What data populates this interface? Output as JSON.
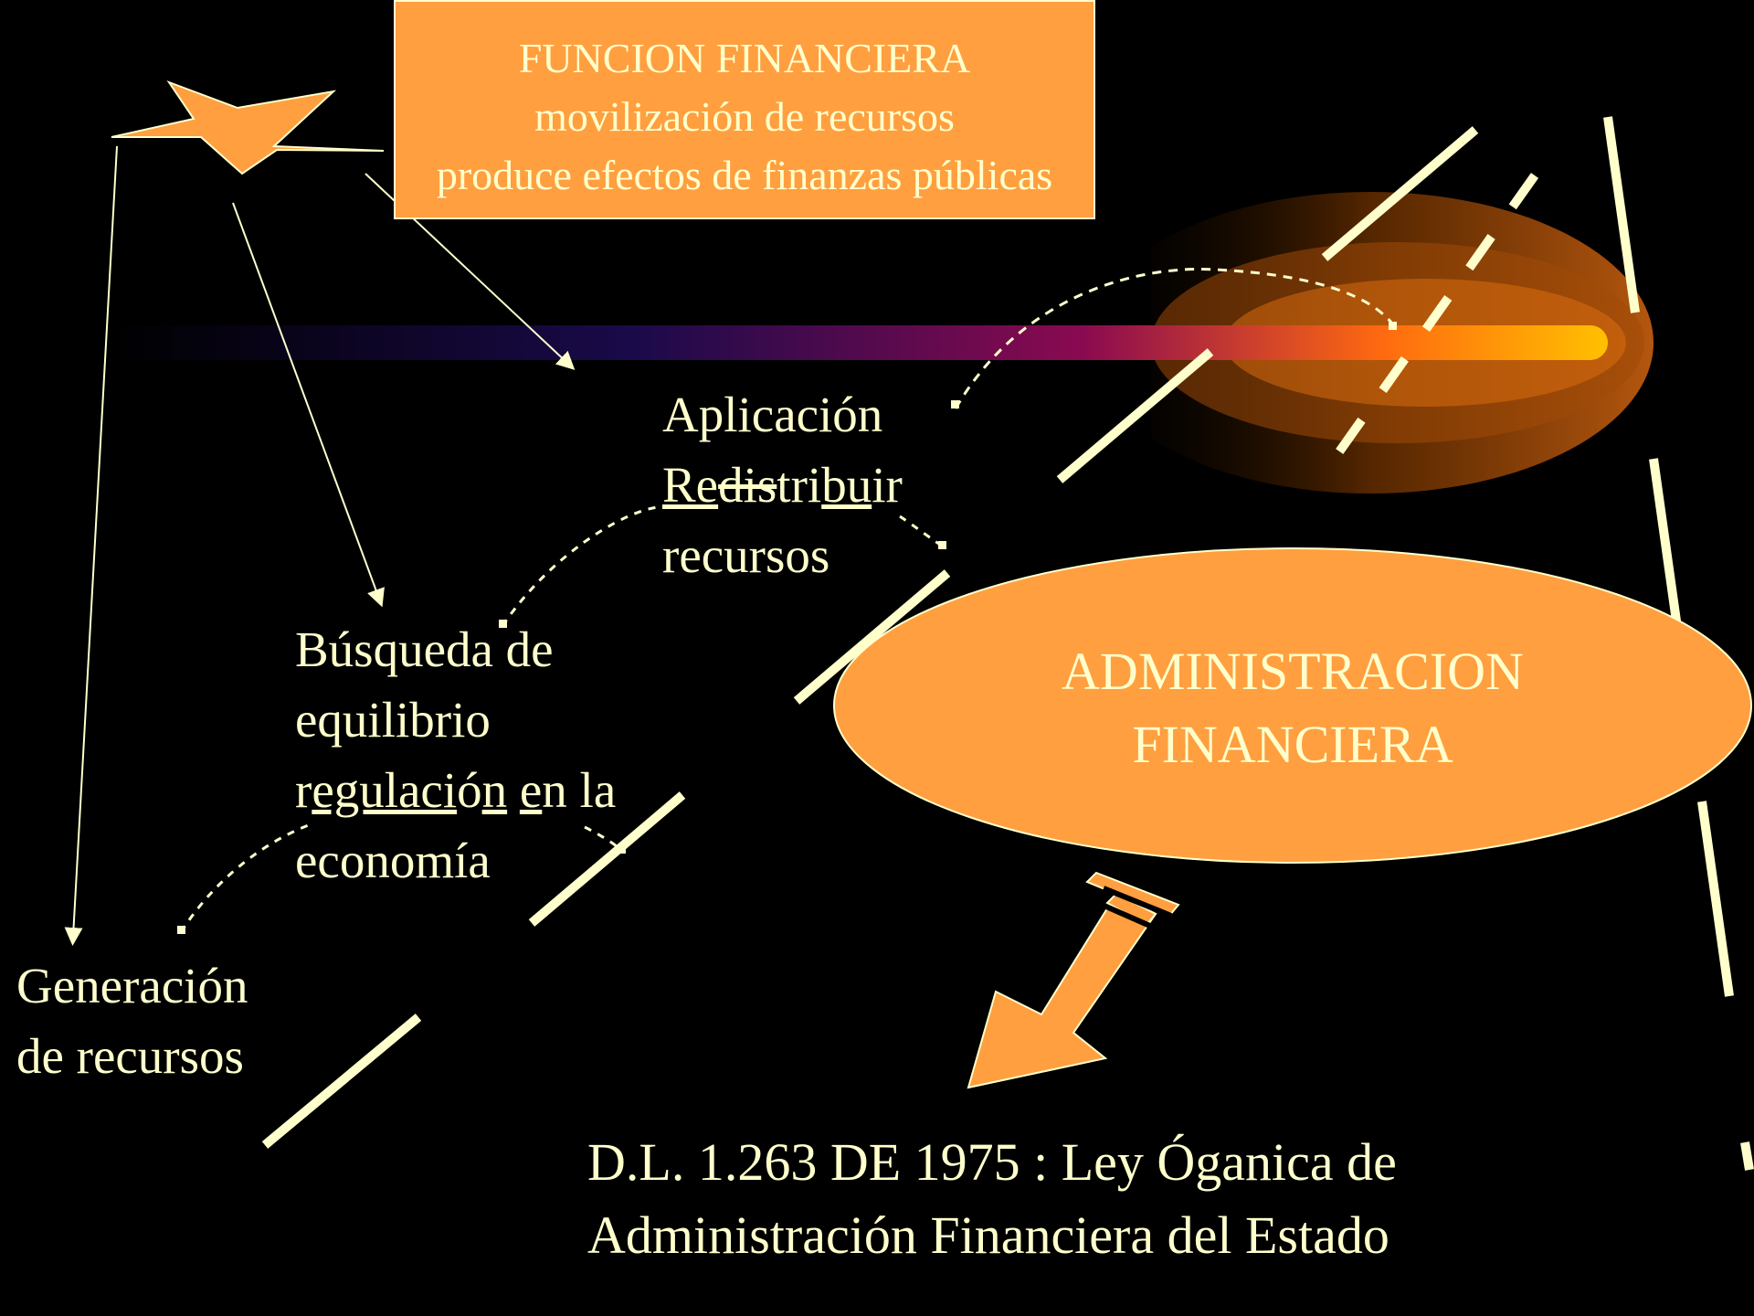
{
  "title_box": {
    "line1": "FUNCION FINANCIERA",
    "line2": "movilización de recursos",
    "line3": "produce efectos de finanzas públicas"
  },
  "aplicacion": {
    "line1": "Aplicación",
    "line2_re": "Re",
    "line2_dis": "dis",
    "line2_tri": "tri",
    "line2_bu": "bu",
    "line2_ir": "ir",
    "line3": "recursos"
  },
  "busqueda": {
    "line1": "Búsqueda de",
    "line2": "equilibrio",
    "line3_r": "r",
    "line3_egulaci": "egulaci",
    "line3_o": "ó",
    "line3_n": "n",
    "line3_sp": " ",
    "line3_e": "e",
    "line3_rest": "n la",
    "line4": "economía"
  },
  "generacion": {
    "line1": "Generación",
    "line2": "de recursos"
  },
  "admin": {
    "line1": "ADMINISTRACION",
    "line2": "FINANCIERA"
  },
  "law": {
    "line1": "D.L. 1.263 DE 1975 : Ley Óganica de",
    "line2": "Administración Financiera del Estado"
  },
  "colors": {
    "background": "#000000",
    "orange": "#ff9f40",
    "cream": "#ffffcc",
    "comet_core": "#ffc000"
  }
}
